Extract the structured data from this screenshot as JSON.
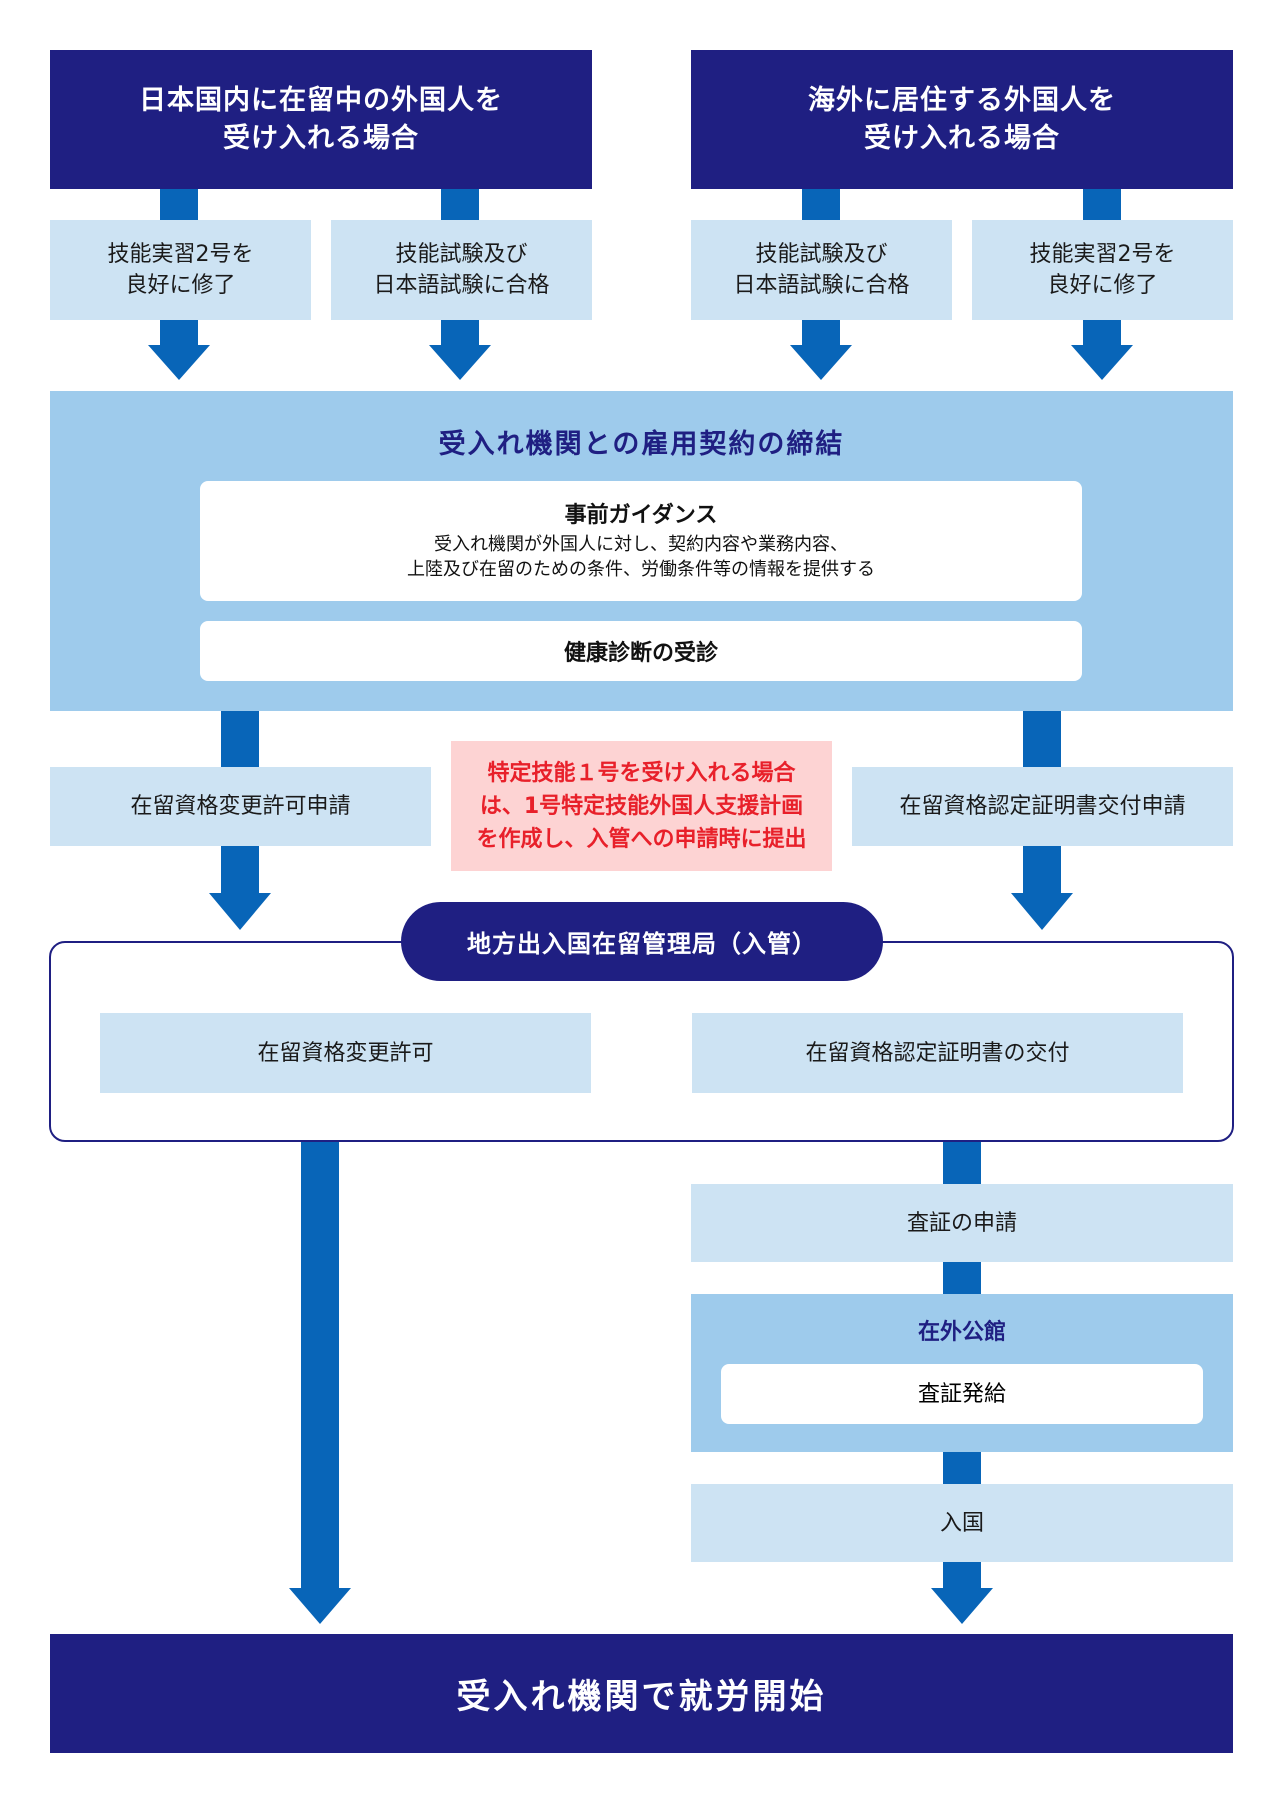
{
  "left_header": {
    "line1": "日本国内に在留中の外国人を",
    "line2": "受け入れる場合"
  },
  "right_header": {
    "line1": "海外に居住する外国人を",
    "line2": "受け入れる場合"
  },
  "conditions": [
    {
      "line1": "技能実習2号を",
      "line2": "良好に修了"
    },
    {
      "line1": "技能試験及び",
      "line2": "日本語試験に合格"
    },
    {
      "line1": "技能試験及び",
      "line2": "日本語試験に合格"
    },
    {
      "line1": "技能実習2号を",
      "line2": "良好に修了"
    }
  ],
  "contract": {
    "title": "受入れ機関との雇用契約の締結",
    "guidance_title": "事前ガイダンス",
    "guidance_line1": "受入れ機関が外国人に対し、契約内容や業務内容、",
    "guidance_line2": "上陸及び在留のための条件、労働条件等の情報を提供する",
    "health": "健康診断の受診"
  },
  "applications": {
    "left": "在留資格変更許可申請",
    "right": "在留資格認定証明書交付申請"
  },
  "note": {
    "line1": "特定技能１号を受け入れる場合",
    "line2": "は、1号特定技能外国人支援計画",
    "line3": "を作成し、入管への申請時に提出",
    "color": "#e8202a",
    "bg": "#fdd3d3"
  },
  "immigration": {
    "title": "地方出入国在留管理局（入管）",
    "left_result": "在留資格変更許可",
    "right_result": "在留資格認定証明書の交付"
  },
  "visa_application": "査証の申請",
  "embassy": {
    "title": "在外公館",
    "issue": "査証発給"
  },
  "entry": "入国",
  "final": "受入れ機関で就労開始",
  "colors": {
    "navy": "#1f1f82",
    "arrow": "#0865b8",
    "light": "#cde3f3",
    "mid": "#9ecbec"
  }
}
